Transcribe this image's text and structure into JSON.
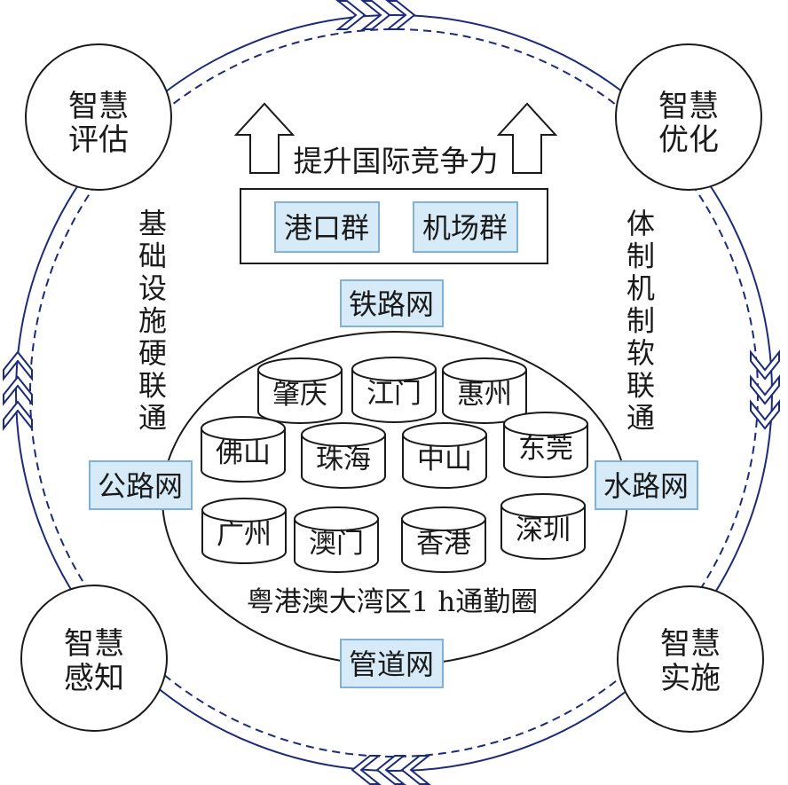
{
  "corners": {
    "top_left": [
      "智慧",
      "评估"
    ],
    "top_right": [
      "智慧",
      "优化"
    ],
    "bottom_left": [
      "智慧",
      "感知"
    ],
    "bottom_right": [
      "智慧",
      "实施"
    ]
  },
  "top_arrow_label": "提升国际竞争力",
  "hubs": {
    "port": "港口群",
    "airport": "机场群"
  },
  "networks": {
    "railway": "铁路网",
    "road": "公路网",
    "waterway": "水路网",
    "pipeline": "管道网"
  },
  "side_labels": {
    "left": "基础设施硬联通",
    "right": "体制机制软联通"
  },
  "cities": [
    "肇庆",
    "江门",
    "惠州",
    "佛山",
    "珠海",
    "中山",
    "东莞",
    "广州",
    "澳门",
    "香港",
    "深圳"
  ],
  "commute_label": "粤港澳大湾区1 h通勤圈",
  "colors": {
    "ring": "#1b2a7a",
    "label_fill": "#d6ebf7",
    "label_border": "#7fb2d9",
    "line": "#1a1a1a"
  }
}
